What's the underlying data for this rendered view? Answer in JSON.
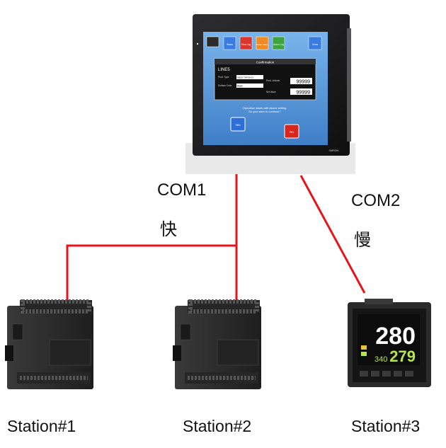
{
  "links": [
    {
      "port": "COM1",
      "speed": "快"
    },
    {
      "port": "COM2",
      "speed": "慢"
    }
  ],
  "stations": [
    "Station#1",
    "Station#2",
    "Station#3"
  ],
  "hmi": {
    "top_buttons": [
      "",
      "Status",
      "Error Log",
      "Recipe Setting",
      "Alarm Log",
      "",
      "Home"
    ],
    "dialog_title": "Confirmation",
    "recipe_name": "LINE5",
    "fields": [
      {
        "label": "Prod. Type",
        "value": "ABCD-7HFX9-02"
      },
      {
        "label": "Prod. Volume",
        "value": "99999"
      },
      {
        "label": "Surface Color",
        "value": "Black"
      },
      {
        "label": "Set Value",
        "value": "99999"
      }
    ],
    "message_line1": "Operation starts with above setting.",
    "message_line2": "Do you want to continue?",
    "yes_label": "Yes",
    "no_label": "No",
    "brand": "OMRON"
  },
  "controller": {
    "pv": "280",
    "sv": "279",
    "sv_prefix": "340"
  },
  "colors": {
    "wire": "#e8141c",
    "bezel": "#1c1c1e",
    "screen_bg": "#4a8fd6",
    "plc_body": "#2b2b2b",
    "lcd_green": "#b9e34a"
  }
}
